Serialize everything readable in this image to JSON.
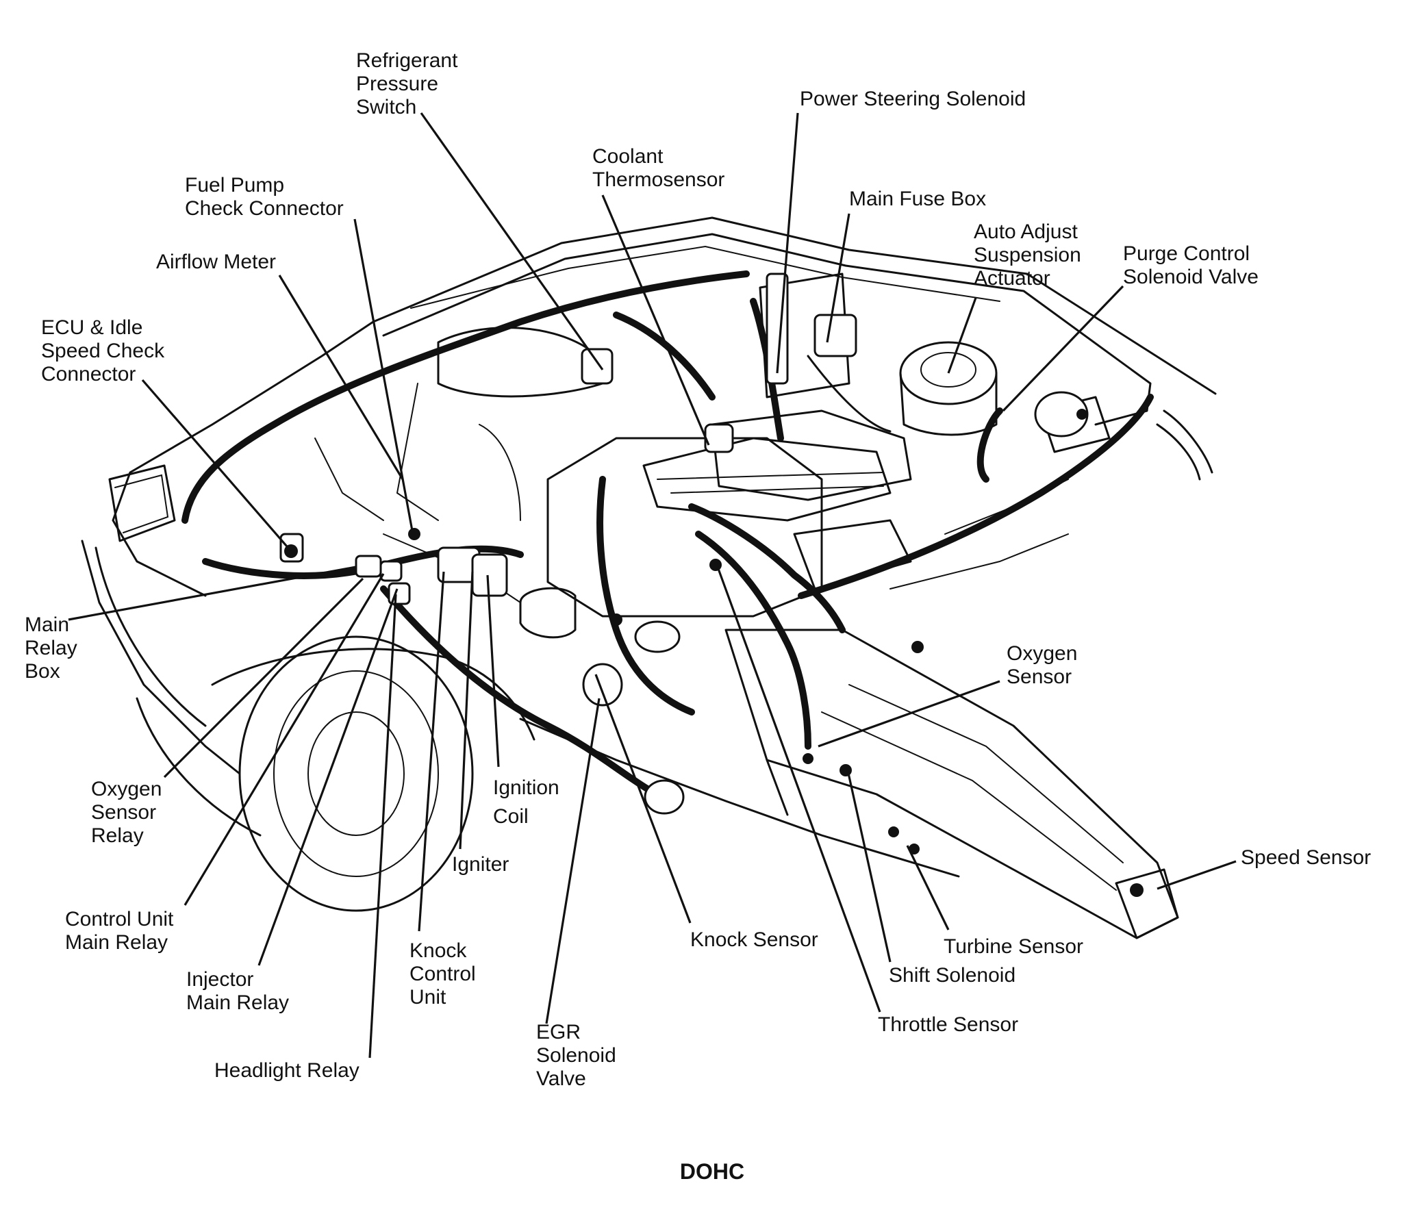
{
  "caption": "DOHC",
  "labels": {
    "refrigerant": [
      "Refrigerant",
      "Pressure",
      "Switch"
    ],
    "power_steering": [
      "Power Steering Solenoid"
    ],
    "coolant": [
      "Coolant",
      "Thermosensor"
    ],
    "fuel_pump": [
      "Fuel Pump",
      "Check Connector"
    ],
    "main_fuse": [
      "Main Fuse Box"
    ],
    "auto_adjust": [
      "Auto Adjust",
      "Suspension",
      "Actuator"
    ],
    "purge": [
      "Purge Control",
      "Solenoid Valve"
    ],
    "airflow": [
      "Airflow Meter"
    ],
    "ecu": [
      "ECU & Idle",
      "Speed Check",
      "Connector"
    ],
    "main_relay_box": [
      "Main",
      "Relay",
      "Box"
    ],
    "oxygen_right": [
      "Oxygen",
      "Sensor"
    ],
    "oxygen_relay": [
      "Oxygen",
      "Sensor",
      "Relay"
    ],
    "ignition_coil": [
      "Ignition",
      "Coil"
    ],
    "igniter": [
      "Igniter"
    ],
    "speed_sensor": [
      "Speed Sensor"
    ],
    "control_unit": [
      "Control Unit",
      "Main Relay"
    ],
    "knock_sensor": [
      "Knock Sensor"
    ],
    "turbine": [
      "Turbine Sensor"
    ],
    "injector": [
      "Injector",
      "Main Relay"
    ],
    "knock_control": [
      "Knock",
      "Control",
      "Unit"
    ],
    "shift_solenoid": [
      "Shift Solenoid"
    ],
    "throttle": [
      "Throttle Sensor"
    ],
    "headlight": [
      "Headlight Relay"
    ],
    "egr": [
      "EGR",
      "Solenoid",
      "Valve"
    ]
  }
}
